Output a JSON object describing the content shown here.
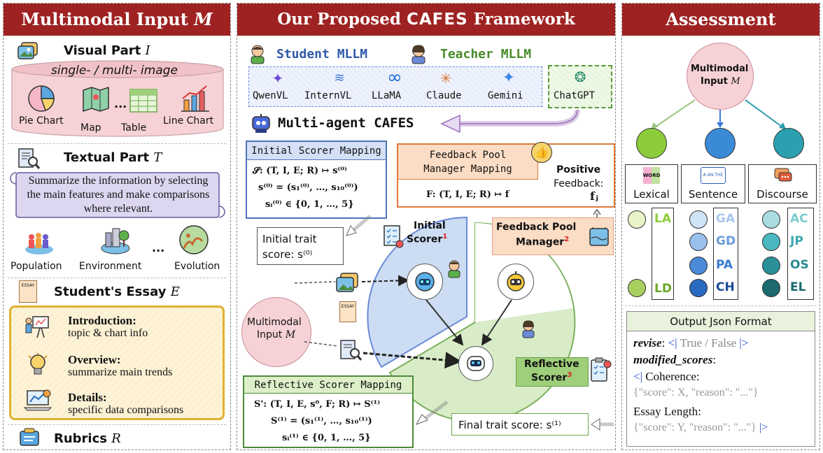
{
  "left": {
    "title": "Multimodal Input",
    "title_sym": "M",
    "visual": {
      "title": "Visual Part",
      "sym": "I",
      "caption": "single- / multi- image",
      "items": [
        "Pie Chart",
        "Map",
        "...",
        "Table",
        "Line Chart"
      ]
    },
    "textual": {
      "title": "Textual Part",
      "sym": "T",
      "prompt": "Summarize the information by selecting the main features and make comparisons where relevant.",
      "items": [
        "Population",
        "Environment",
        "...",
        "Evolution"
      ]
    },
    "essay": {
      "title": "Student's Essay",
      "sym": "E",
      "icon_text": "ESSAY",
      "sections": [
        {
          "head": "Introduction:",
          "body": "topic & chart info"
        },
        {
          "head": "Overview:",
          "body": "summarize main trends"
        },
        {
          "head": "Details:",
          "body": "specific data comparisons"
        }
      ]
    },
    "rubrics": {
      "title": "Rubrics",
      "sym": "R"
    }
  },
  "middle": {
    "title_pre": "Our Proposed",
    "title_bold": "CAFES",
    "title_post": "Framework",
    "student_label": "Student MLLM",
    "teacher_label": "Teacher MLLM",
    "models": [
      "QwenVL",
      "InternVL",
      "LLaMA",
      "Claude",
      "Gemini"
    ],
    "teacher_model": "ChatGPT",
    "multi_agent": "Multi-agent CAFES",
    "initial_mapping": {
      "title": "Initial Scorer Mapping",
      "l1": "𝓢: (T, I, E; R) ↦ s⁽⁰⁾",
      "l2": "s⁽⁰⁾ = (s₁⁽⁰⁾, …, s₁₀⁽⁰⁾)",
      "l3": "sᵢ⁽⁰⁾ ∈ {0, 1, …, 5}"
    },
    "feedback_mapping": {
      "title": "Feedback Pool Manager Mapping",
      "l1": "F: (T, I, E; R) ↦ f"
    },
    "positive": {
      "l1": "Positive",
      "l2": "Feedback:",
      "sym": "fⱼ"
    },
    "initial_trait": {
      "l1": "Initial trait",
      "l2": "score: s⁽⁰⁾"
    },
    "initial_scorer": {
      "l1": "Initial",
      "l2": "Scorer",
      "sup": "1"
    },
    "fpm": {
      "l1": "Feedback Pool",
      "l2": "Manager",
      "sup": "2"
    },
    "mm_input": {
      "l1": "Multimodal",
      "l2": "Input",
      "sym": "M"
    },
    "essay_icon": "ESSAY",
    "reflective_scorer": {
      "l1": "Reflective",
      "l2": "Scorer",
      "sup": "3"
    },
    "reflective_mapping": {
      "title": "Reflective Scorer Mapping",
      "l1": "S': (T, I, E, s⁰, F; R) ↦ S⁽¹⁾",
      "l2": "S⁽¹⁾ = (s₁⁽¹⁾, …, s₁₀⁽¹⁾)",
      "l3": "sᵢ⁽¹⁾ ∈ {0, 1, …, 5}"
    },
    "final_trait": "Final trait score: s⁽¹⁾"
  },
  "right": {
    "title": "Assessment",
    "mm_input": {
      "l1": "Multimodal",
      "l2": "Input",
      "sym": "M"
    },
    "categories": [
      {
        "label": "Lexical",
        "icon": "WORD"
      },
      {
        "label": "Sentence",
        "icon": "A AN THE"
      },
      {
        "label": "Discourse",
        "icon": "chat-icon"
      }
    ],
    "traits": {
      "lexical": [
        "LA",
        "LD"
      ],
      "sentence": [
        "GA",
        "GD",
        "PA",
        "CH"
      ],
      "discourse": [
        "AC",
        "JP",
        "OS",
        "EL"
      ]
    },
    "output": {
      "title": "Output Json Format",
      "revise_key": "revise",
      "revise_val": "True / False",
      "mod_key": "modified_scores",
      "coh_label": "Coherence:",
      "coh_val": "{\"score\": X, \"reason\": \"...\"}",
      "len_label": "Essay Length:",
      "len_val": "{\"score\": Y, \"reason\": \"...\"}"
    }
  },
  "colors": {
    "header": "#9e2222",
    "student_blue": "#2f5aa8",
    "teacher_green": "#4a8a2a",
    "initial_box": "#4f74b8",
    "feedback_box": "#e07a3a",
    "reflect_box": "#4e8a3a"
  }
}
